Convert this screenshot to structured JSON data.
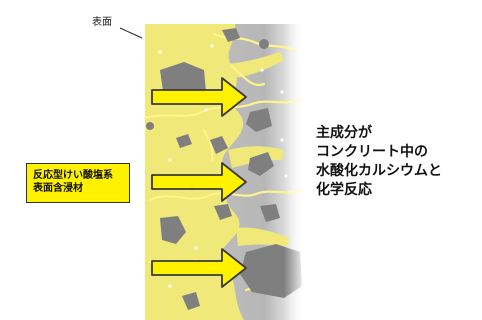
{
  "labels": {
    "surface": "表面",
    "material_line1": "反応型けい酸塩系",
    "material_line2": "表面含浸材",
    "description_line1": "主成分が",
    "description_line2": "コンクリート中の",
    "description_line3": "水酸化カルシウムと",
    "description_line4": "化学反応"
  },
  "colors": {
    "penetrant_yellow": "#f0e878",
    "crack_yellow": "#fff48a",
    "concrete_gray": "#b9b9b9",
    "aggregate_gray": "#7f7f80",
    "arrow_yellow": "#fff200",
    "callout_yellow": "#fff200"
  },
  "arrows": [
    "penetration-arrow-top",
    "penetration-arrow-middle",
    "penetration-arrow-bottom"
  ]
}
